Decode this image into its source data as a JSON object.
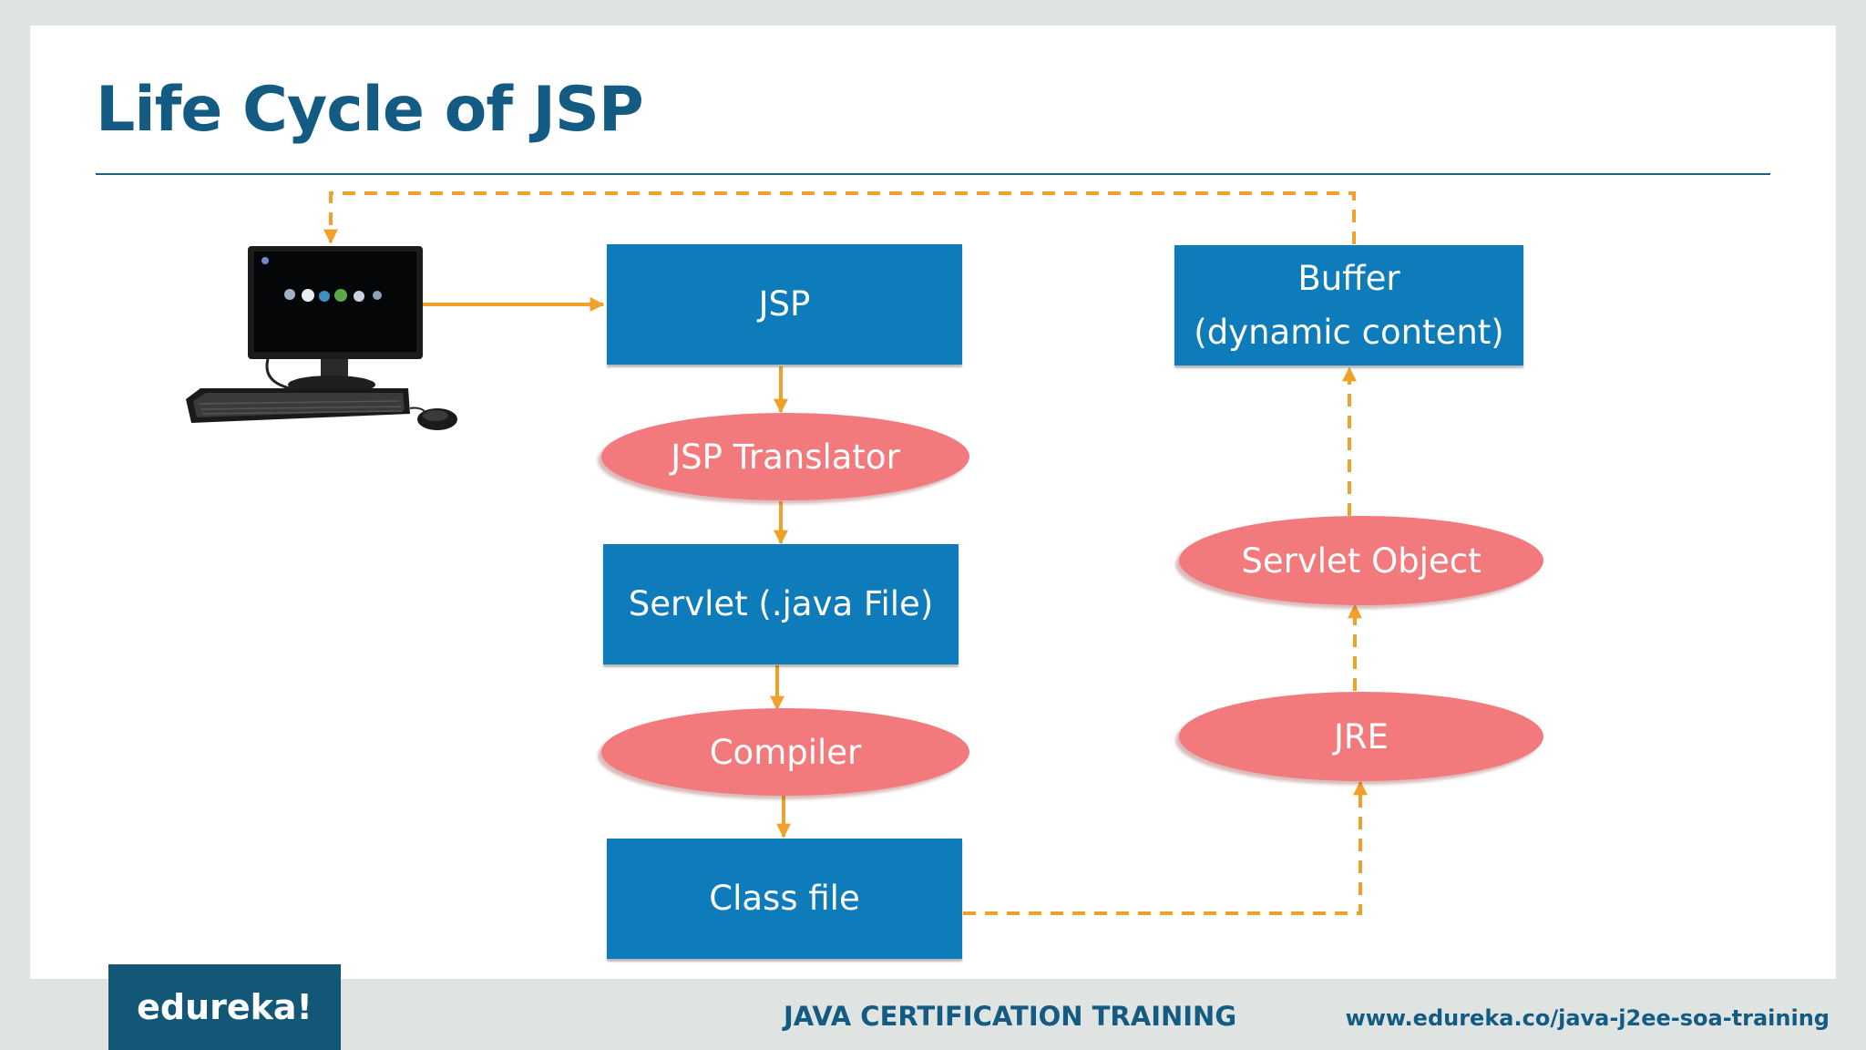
{
  "slide": {
    "title": "Life Cycle of JSP"
  },
  "nodes": {
    "jsp": "JSP",
    "jsp_translator": "JSP Translator",
    "servlet_java_file": "Servlet (.java File)",
    "compiler": "Compiler",
    "class_file": "Class file",
    "jre": "JRE",
    "servlet_object": "Servlet Object",
    "buffer_line1": "Buffer",
    "buffer_line2": "(dynamic content)"
  },
  "footer": {
    "logo": "edureka!",
    "center": "JAVA CERTIFICATION TRAINING",
    "url": "www.edureka.co/java-j2ee-soa-training"
  },
  "colors": {
    "title": "#135b82",
    "process_box": "#0e7bbb",
    "ellipse": "#f27a7d",
    "connector": "#f0a12a",
    "footer_bar": "#135777"
  },
  "icons": {
    "client": "desktop-computer-icon"
  }
}
